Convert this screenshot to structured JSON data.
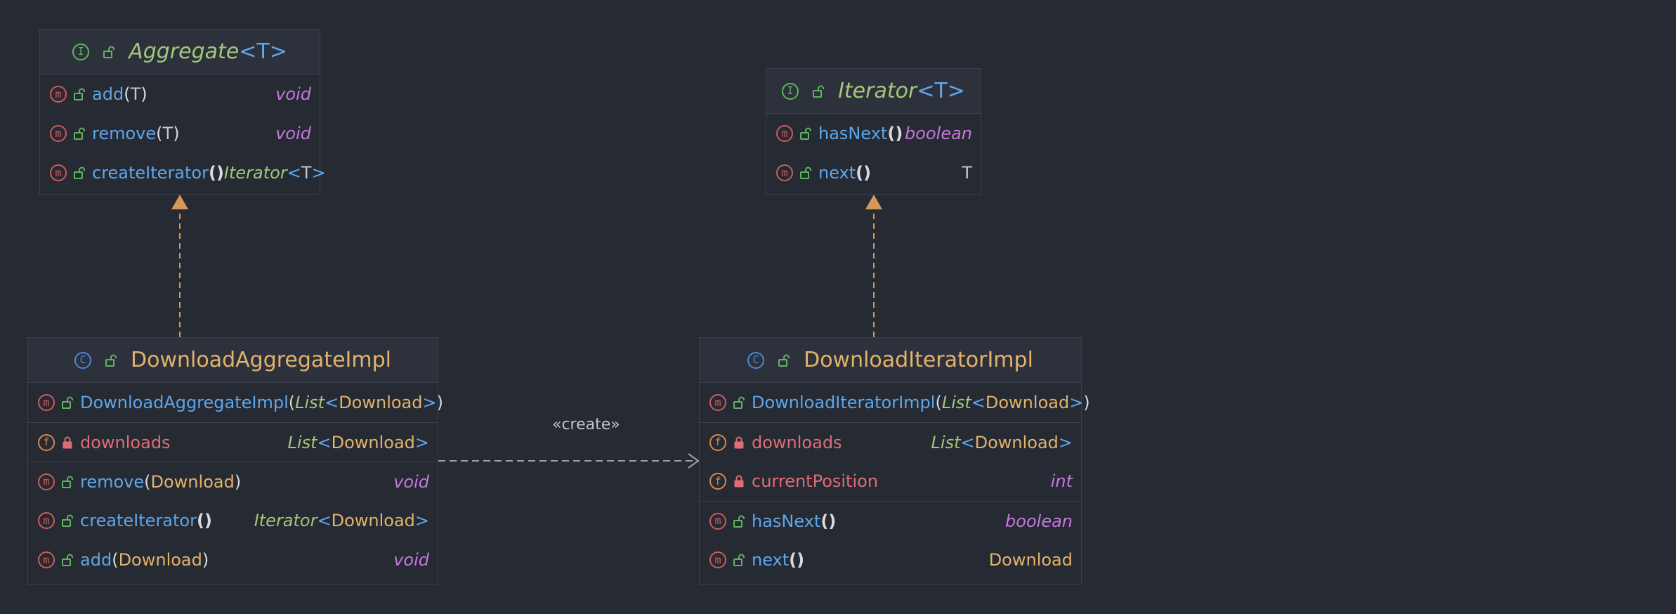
{
  "aggregate": {
    "name": "Aggregate",
    "type_param": "T",
    "methods": [
      {
        "name": "add",
        "params": "T",
        "ret": "void"
      },
      {
        "name": "remove",
        "params": "T",
        "ret": "void"
      },
      {
        "name": "createIterator",
        "params": "",
        "ret_name": "Iterator",
        "ret_param": "T"
      }
    ]
  },
  "iterator": {
    "name": "Iterator",
    "type_param": "T",
    "methods": [
      {
        "name": "hasNext",
        "params": "",
        "ret": "boolean"
      },
      {
        "name": "next",
        "params": "",
        "ret": "T"
      }
    ]
  },
  "aggregate_impl": {
    "name": "DownloadAggregateImpl",
    "constructor": {
      "name": "DownloadAggregateImpl",
      "param_generic": "List",
      "param_type": "Download"
    },
    "fields": [
      {
        "name": "downloads",
        "type_generic": "List",
        "type_param": "Download"
      }
    ],
    "methods": [
      {
        "name": "remove",
        "params": "Download",
        "ret": "void"
      },
      {
        "name": "createIterator",
        "params": "",
        "ret_generic": "Iterator",
        "ret_param": "Download"
      },
      {
        "name": "add",
        "params": "Download",
        "ret": "void"
      }
    ]
  },
  "iterator_impl": {
    "name": "DownloadIteratorImpl",
    "constructor": {
      "name": "DownloadIteratorImpl",
      "param_generic": "List",
      "param_type": "Download"
    },
    "fields": [
      {
        "name": "downloads",
        "type_generic": "List",
        "type_param": "Download"
      },
      {
        "name": "currentPosition",
        "type": "int"
      }
    ],
    "methods": [
      {
        "name": "hasNext",
        "params": "",
        "ret": "boolean"
      },
      {
        "name": "next",
        "params": "",
        "ret": "Download"
      }
    ]
  },
  "edges": {
    "create_label": "«create»"
  },
  "icons": {
    "method": "m",
    "field": "f",
    "interface": "I",
    "class": "C"
  },
  "colors": {
    "background": "#262a33",
    "realization_arrow": "#d8975a",
    "dependency_arrow": "#9aa0aa",
    "method_icon": "#d05a5a",
    "field_icon": "#d58a4c",
    "interface_icon": "#5fb45f",
    "class_icon": "#4e88d8"
  }
}
